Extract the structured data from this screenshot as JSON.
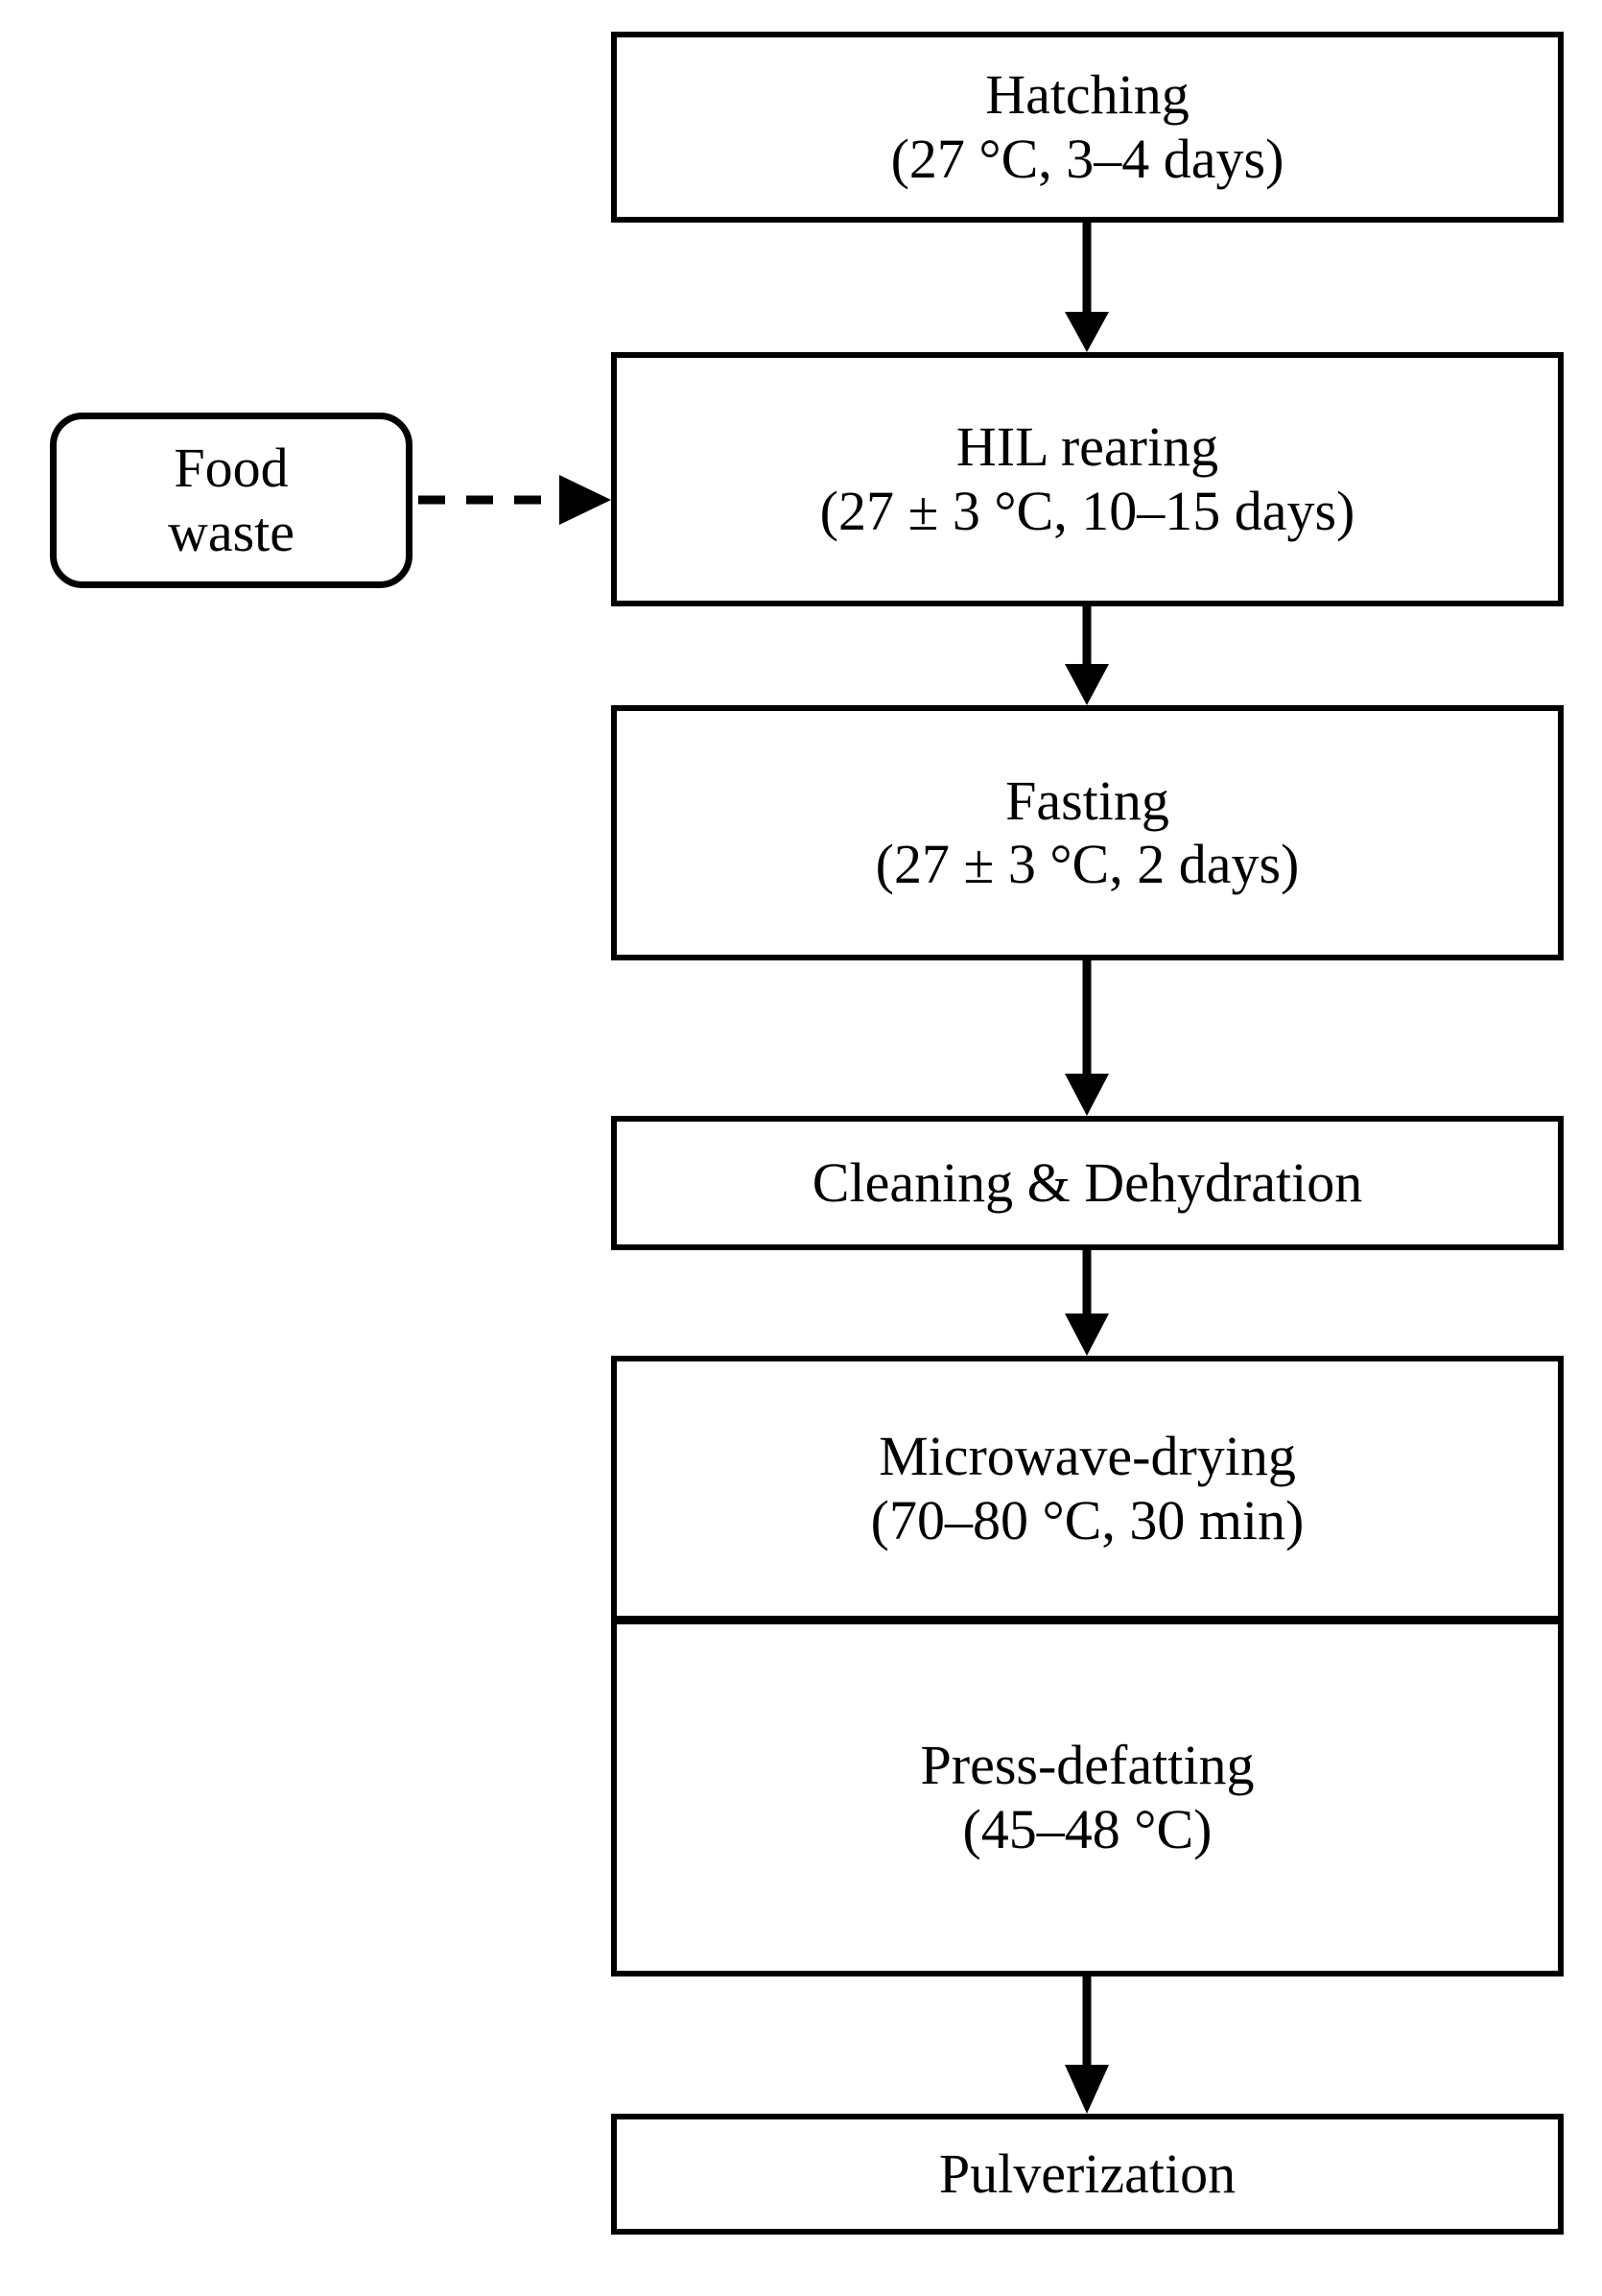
{
  "diagram": {
    "title": "Black soldier fly larvae (HIL) processing flowchart",
    "line_color": "#000000",
    "fill_color": "#ffffff",
    "nodes": [
      {
        "id": "food-waste",
        "shape": "rounded-rectangle",
        "line1": "Food",
        "line2": "waste"
      },
      {
        "id": "hatching",
        "shape": "rectangle",
        "line1": "Hatching",
        "line2": "(27 °C, 3–4 days)"
      },
      {
        "id": "hil-rearing",
        "shape": "rectangle",
        "line1": "HIL rearing",
        "line2": "(27 ± 3 °C, 10–15 days)"
      },
      {
        "id": "fasting",
        "shape": "rectangle",
        "line1": "Fasting",
        "line2": "(27 ± 3 °C, 2 days)"
      },
      {
        "id": "cleaning",
        "shape": "rectangle",
        "line1": "Cleaning & Dehydration",
        "line2": ""
      },
      {
        "id": "microwave",
        "shape": "rectangle",
        "line1": "Microwave-drying",
        "line2": "(70–80 °C, 30 min)"
      },
      {
        "id": "press",
        "shape": "rectangle",
        "line1": "Press-defatting",
        "line2": "(45–48 °C)"
      },
      {
        "id": "pulverization",
        "shape": "rectangle",
        "line1": "Pulverization",
        "line2": ""
      }
    ],
    "edges": [
      {
        "id": "edge-hatching-to-hil",
        "from": "hatching",
        "to": "hil-rearing",
        "style": "solid",
        "arrow": "filled-triangle"
      },
      {
        "id": "edge-foodwaste-to-hil",
        "from": "food-waste",
        "to": "hil-rearing",
        "style": "dashed",
        "arrow": "filled-triangle"
      },
      {
        "id": "edge-hil-to-fasting",
        "from": "hil-rearing",
        "to": "fasting",
        "style": "solid",
        "arrow": "filled-triangle"
      },
      {
        "id": "edge-fasting-to-cleaning",
        "from": "fasting",
        "to": "cleaning",
        "style": "solid",
        "arrow": "filled-triangle"
      },
      {
        "id": "edge-cleaning-to-microwave",
        "from": "cleaning",
        "to": "microwave",
        "style": "solid",
        "arrow": "filled-triangle"
      },
      {
        "id": "edge-microwave-to-press",
        "from": "microwave",
        "to": "press",
        "style": "solid",
        "arrow": "filled-triangle"
      },
      {
        "id": "edge-press-to-pulverization",
        "from": "press",
        "to": "pulverization",
        "style": "solid",
        "arrow": "filled-triangle"
      }
    ]
  }
}
